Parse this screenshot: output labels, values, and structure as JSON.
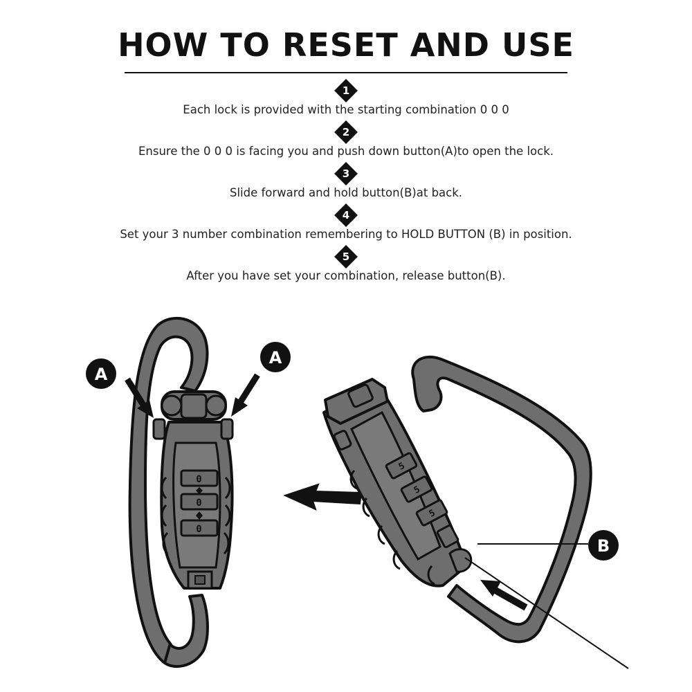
{
  "title": "HOW TO RESET AND USE",
  "steps": [
    {
      "number": "1",
      "text": "Each lock is provided with the starting combination 0 0 0"
    },
    {
      "number": "2",
      "text": "Ensure the 0 0 0 is facing you and push down button(A)to open the lock."
    },
    {
      "number": "3",
      "text": "Slide forward and hold button(B)at back."
    },
    {
      "number": "4",
      "text": "Set your 3 number combination remembering to HOLD BUTTON (B) in position."
    },
    {
      "number": "5",
      "text": "After you have set your combination, release button(B)."
    }
  ],
  "illustration": {
    "callout_a_left": "A",
    "callout_a_right": "A",
    "callout_b": "B",
    "dial_digits_left": [
      "0",
      "0",
      "0"
    ],
    "dial_digits_right": [
      "5",
      "5",
      "5"
    ]
  },
  "colors": {
    "metal": "#6e6e6e",
    "outline": "#111111",
    "callout": "#111111"
  }
}
